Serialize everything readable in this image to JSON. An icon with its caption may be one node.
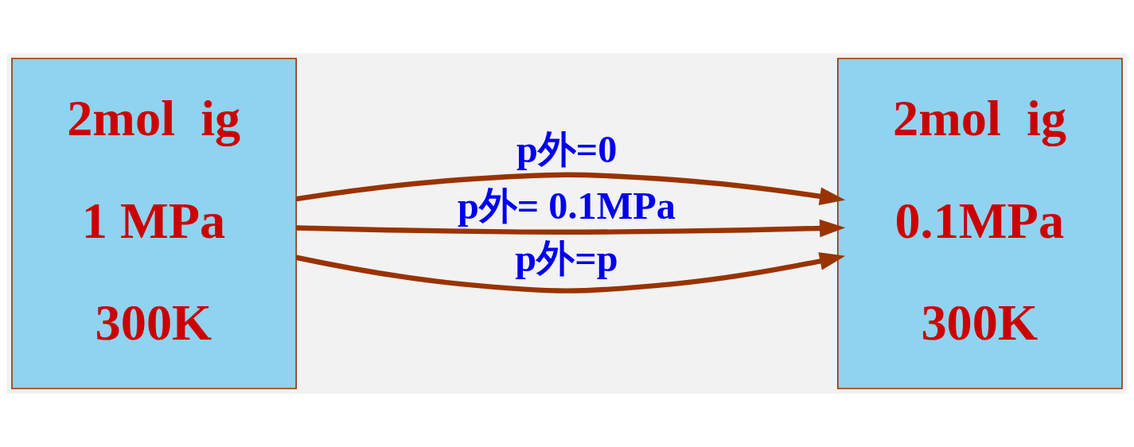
{
  "diagram": {
    "nodes": [
      {
        "text": [
          "2mol  ig",
          "1 MPa",
          "300K"
        ]
      },
      {
        "text": [
          "2mol  ig",
          "0.1MPa",
          "300K"
        ]
      }
    ],
    "edges": [
      {
        "from": 0,
        "to": 1,
        "arrow": "to",
        "label": "p外=0"
      },
      {
        "from": 0,
        "to": 1,
        "arrow": "to",
        "label": "p外= 0.1MPa"
      },
      {
        "from": 0,
        "to": 1,
        "arrow": "to",
        "label": "p外=p"
      }
    ]
  }
}
